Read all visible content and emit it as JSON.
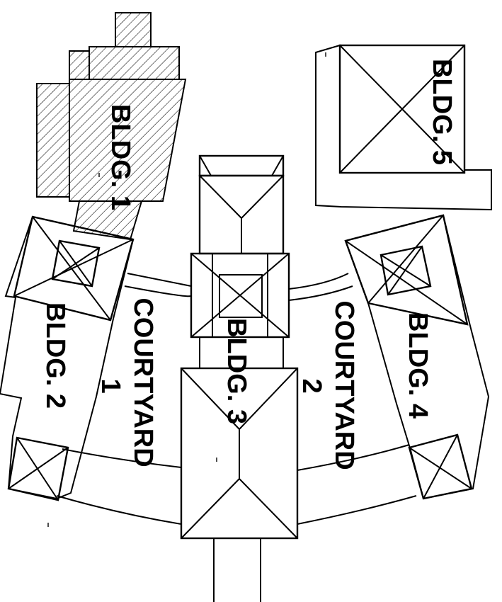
{
  "plan": {
    "bldg1": "BLDG. 1",
    "bldg2": "BLDG. 2",
    "bldg3": "BLDG. 3",
    "bldg4": "BLDG. 4",
    "bldg5": "BLDG. 5",
    "courtyard1_line1": "COURTYARD",
    "courtyard1_line2": "1",
    "courtyard2_line1": "COURTYARD",
    "courtyard2_line2": "2"
  },
  "colors": {
    "line": "#000000",
    "background": "#ffffff"
  }
}
